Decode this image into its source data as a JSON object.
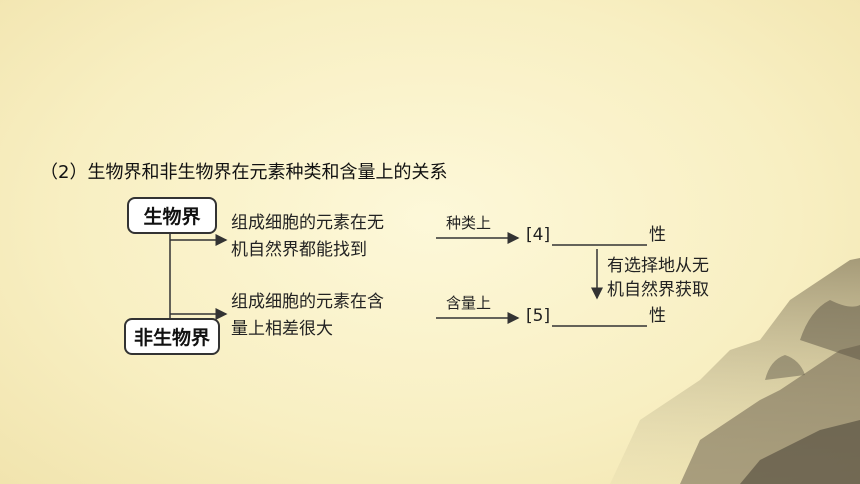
{
  "slide": {
    "title": "（2）生物界和非生物界在元素种类和含量上的关系"
  },
  "diagram": {
    "box_living": "生物界",
    "box_nonliving": "非生物界",
    "upper_text_line1": "组成细胞的元素在无",
    "upper_text_line2": "机自然界都能找到",
    "lower_text_line1": "组成细胞的元素在含",
    "lower_text_line2": "量上相差很大",
    "arrow_upper_label": "种类上",
    "arrow_lower_label": "含量上",
    "blank_upper_index": "[4]",
    "blank_upper_suffix": "性",
    "blank_lower_index": "[5]",
    "blank_lower_suffix": "性",
    "side_text_line1": "有选择地从无",
    "side_text_line2": "机自然界获取"
  },
  "colors": {
    "background": "#f8efc2",
    "line": "#333333"
  }
}
